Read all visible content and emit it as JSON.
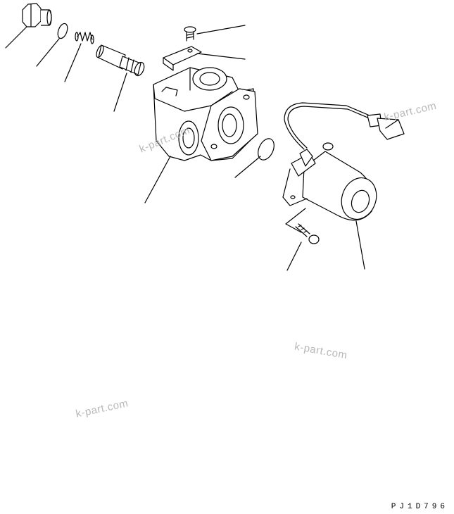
{
  "drawing_code": "PJ1D796",
  "watermarks": [
    "k-part.com",
    "k-part.com",
    "k-part.com",
    "k-part.com"
  ]
}
